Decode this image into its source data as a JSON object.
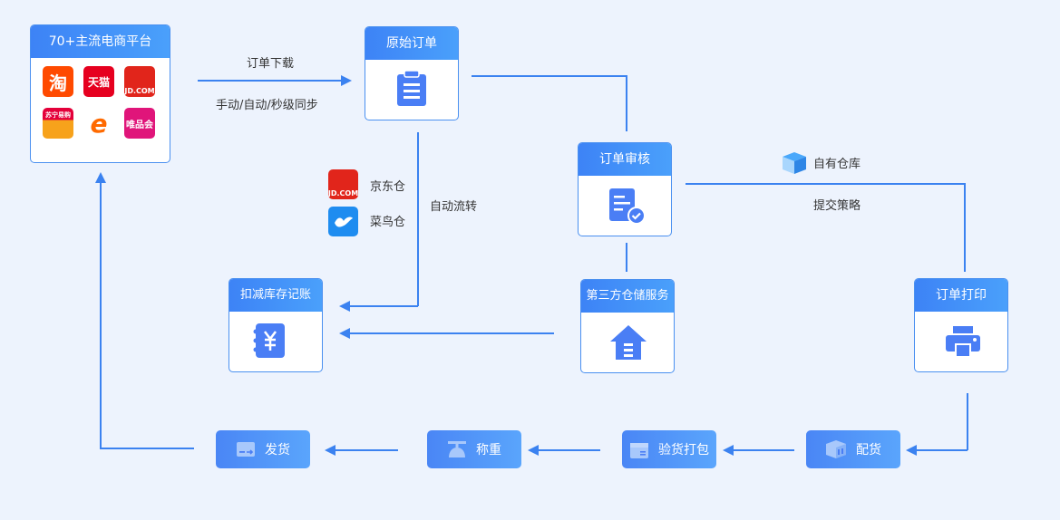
{
  "platforms": {
    "title": "70+主流电商平台",
    "logos": [
      {
        "name": "淘",
        "icon": "taobao-logo",
        "color": "#ff4a00"
      },
      {
        "name": "天猫",
        "icon": "tmall-logo",
        "color": "#e6001f"
      },
      {
        "name": "JD.COM",
        "icon": "jd-logo",
        "color": "#e1251b"
      },
      {
        "name": "苏宁易购",
        "icon": "suning-logo",
        "color": "#e4003a"
      },
      {
        "name": "e",
        "icon": "alibaba-logo",
        "color": "#ff6a00"
      },
      {
        "name": "唯品会",
        "icon": "vipshop-logo",
        "color": "#e0157a"
      }
    ]
  },
  "edges": {
    "download_top": "订单下载",
    "download_bottom": "手动/自动/秒级同步",
    "auto_flow": "自动流转",
    "jd_warehouse": "京东仓",
    "cainiao_warehouse": "菜鸟仓",
    "own_warehouse": "自有仓库",
    "submit_strategy": "提交策略"
  },
  "nodes": {
    "original_order": "原始订单",
    "order_review": "订单审核",
    "deduct_inventory": "扣减库存记账",
    "third_party": "第三方仓储服务",
    "order_print": "订单打印"
  },
  "steps": {
    "distribute": "配货",
    "inspect_pack": "验货打包",
    "weigh": "称重",
    "ship": "发货"
  },
  "colors": {
    "accent": "#3b82f0",
    "background": "#edf3fd",
    "icon": "#4a7ef5"
  }
}
